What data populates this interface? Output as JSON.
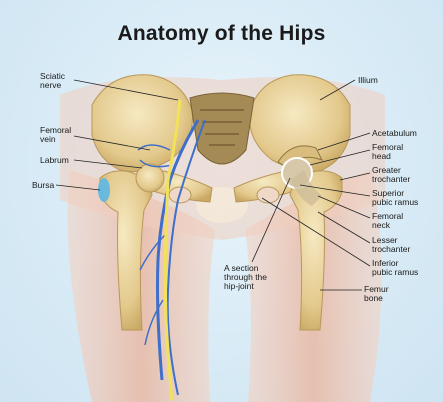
{
  "title": "Anatomy of the Hips",
  "labels": {
    "sciatic_nerve": "Sciatic\nnerve",
    "femoral_vein": "Femoral\nvein",
    "labrum": "Labrum",
    "bursa": "Bursa",
    "ilium": "Illium",
    "acetabulum": "Acetabulum",
    "femoral_head": "Femoral\nhead",
    "greater_trochanter": "Greater\ntrochanter",
    "superior_pubic_ramus": "Superior\npubic ramus",
    "femoral_neck": "Femoral\nneck",
    "lesser_trochanter": "Lesser\ntrochanter",
    "inferior_pubic_ramus": "Inferior\npubic ramus",
    "femur_bone": "Femur\nbone",
    "hip_joint_section": "A section\nthrough the\nhip-joint"
  },
  "colors": {
    "bone": "#e8d29a",
    "bone_shade": "#c9ad6a",
    "muscle": "#ecc2b0",
    "vein": "#3f6fc9",
    "nerve": "#f2e25a",
    "bursa": "#5bb8e6"
  }
}
